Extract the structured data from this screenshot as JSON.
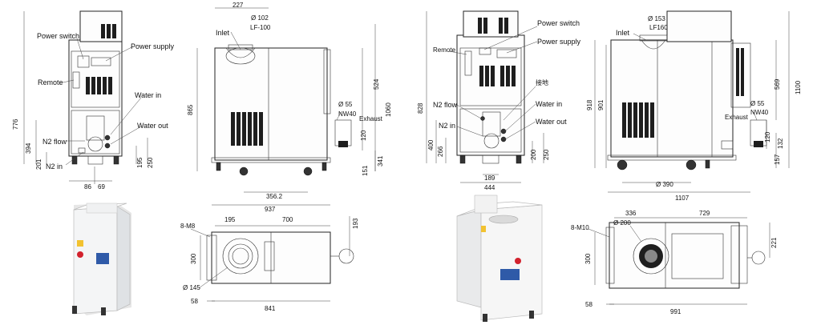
{
  "colors": {
    "line": "#222222",
    "vent": "#1e1e1e",
    "photo_panel": "#eef0f2",
    "label_blue": "#2f5aa8",
    "warning_yellow": "#f2c230",
    "estop_red": "#d2222d"
  },
  "left_model": {
    "front_view": {
      "labels": {
        "power_switch": "Power switch",
        "power_supply": "Power supply",
        "remote": "Remote",
        "water_in": "Water in",
        "water_out": "Water out",
        "n2_flow": "N2 flow",
        "n2_in": "N2 in"
      },
      "dims": [
        "776",
        "394",
        "201",
        "86",
        "69",
        "195",
        "250"
      ]
    },
    "side_view": {
      "labels": {
        "inlet": "Inlet",
        "inlet_dia": "Ø 102",
        "inlet_flange": "LF-100",
        "exhaust": "Exhaust",
        "exhaust_dia": "Ø 55",
        "exhaust_flange": "NW40"
      },
      "dims": [
        "227",
        "865",
        "1060",
        "524",
        "120",
        "341",
        "151",
        "356.2",
        "937"
      ]
    },
    "top_view": {
      "labels": {
        "mount": "8-M8",
        "port_dia": "Ø 145"
      },
      "dims": [
        "195",
        "700",
        "193",
        "300",
        "58",
        "841"
      ]
    }
  },
  "right_model": {
    "front_view": {
      "labels": {
        "power_switch": "Power switch",
        "power_supply": "Power supply",
        "remote": "Remote",
        "ground": "接地",
        "water_in": "Water in",
        "water_out": "Water out",
        "n2_flow": "N2 flow",
        "n2_in": "N2 in"
      },
      "dims": [
        "828",
        "400",
        "266",
        "189",
        "444",
        "200",
        "250"
      ]
    },
    "side_view": {
      "labels": {
        "inlet": "Inlet",
        "inlet_dia": "Ø 153",
        "inlet_flange": "LF160",
        "exhaust": "Exhaust",
        "exhaust_dia": "Ø 55",
        "exhaust_flange": "NW40"
      },
      "dims": [
        "918",
        "901",
        "569",
        "1100",
        "120",
        "132",
        "157",
        "Ø 390",
        "1107"
      ]
    },
    "top_view": {
      "labels": {
        "mount": "8-M10",
        "port_dia": "Ø 200"
      },
      "dims": [
        "336",
        "729",
        "221",
        "300",
        "58",
        "991"
      ]
    }
  }
}
